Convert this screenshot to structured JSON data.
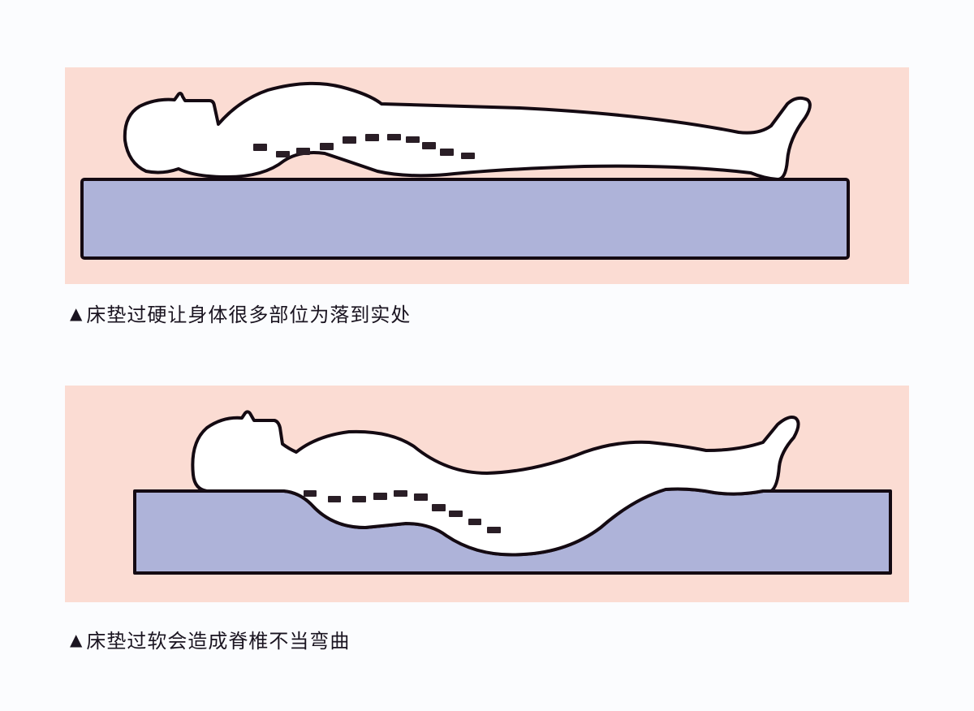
{
  "colors": {
    "page_background": "#fbfcfe",
    "panel_background": "#fbdcd3",
    "mattress_fill": "#aeb3d9",
    "body_fill": "#ffffff",
    "outline": "#140a12",
    "spine_marks": "#2a1e26"
  },
  "figures": [
    {
      "id": "hard",
      "description": "Person lying on a hard flat mattress; spine line is uneven and body only touches at a few points",
      "caption": {
        "marker": "▲",
        "text": "床垫过硬让身体很多部位为落到实处"
      }
    },
    {
      "id": "soft",
      "description": "Person lying on a soft mattress that sinks under the hips; spine curves downward",
      "caption": {
        "marker": "▲",
        "text": "床垫过软会造成脊椎不当弯曲"
      }
    }
  ]
}
